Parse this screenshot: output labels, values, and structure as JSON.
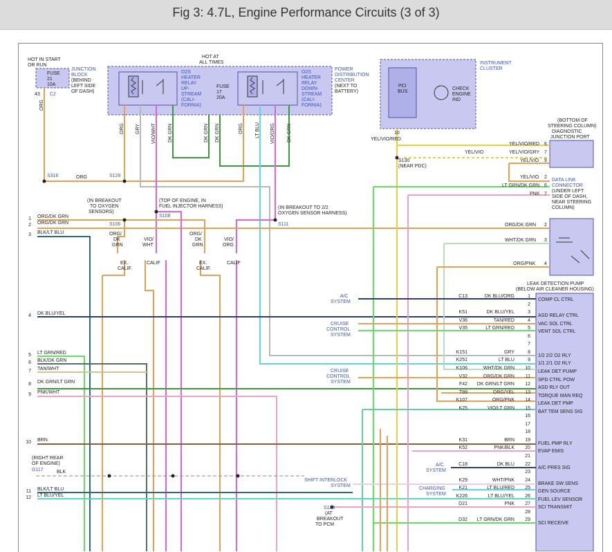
{
  "header": {
    "title": "Fig 3: 4.7L, Engine Performance Circuits (3 of 3)"
  },
  "colors": {
    "header_bg": "#dcdcdc",
    "component_fill": "#c8c8f0",
    "component_stroke": "#5050a0",
    "blue_label": "#3a52c8",
    "org": "#e8a050",
    "gry": "#b8b8b8",
    "vio_wht": "#e060e0",
    "dk_grn": "#3a9a3a",
    "lt_grn": "#60e060",
    "lt_blu": "#58d8e8",
    "dk_blu": "#2a3a7a",
    "yel": "#e8d040",
    "pnk": "#f0a0c0",
    "blk": "#333333"
  },
  "top_left": {
    "hot_label": [
      "HOT IN START",
      "OR RUN"
    ],
    "fuse": [
      "FUSE",
      "21",
      "10A"
    ],
    "junction_block": [
      "JUNCTION",
      "BLOCK"
    ],
    "behind": [
      "(BEHIND",
      "LEFT SIDE",
      "OF DASH)"
    ],
    "pin": "43",
    "connector": "C2",
    "wire": "ORG"
  },
  "pdc": {
    "hot_label": [
      "HOT AT",
      "ALL TIMES"
    ],
    "fuse": [
      "FUSE",
      "17",
      "20A"
    ],
    "upstream_relay": [
      "O2S",
      "HEATER",
      "RELAY",
      "UP-",
      "STREAM",
      "(CALI-",
      "FORNIA)"
    ],
    "downstream_relay": [
      "O2S",
      "HEATER",
      "RELAY",
      "DOWN-",
      "STREAM",
      "(CALI-",
      "FORNIA)"
    ],
    "label": [
      "POWER",
      "DISTRIBUTION",
      "CENTER",
      "(NEXT TO",
      "BATTERY)"
    ],
    "wires": [
      "ORG",
      "GRY",
      "VIO/WHT",
      "DK GRN",
      "DK GRN",
      "DK GRN",
      "ORG",
      "LT BLU",
      "VIO/ORG",
      "DK GRN"
    ]
  },
  "cluster": {
    "label": [
      "INSTRUMENT",
      "CLUSTER"
    ],
    "pci": [
      "PCI",
      "BUS"
    ],
    "check_engine": [
      "CHECK",
      "ENGINE",
      "IND"
    ],
    "pin": "10",
    "wire": "YEL/VIO/RED"
  },
  "diag_port": {
    "label": [
      "(BOTTOM OF",
      "STEERING COLUMN)",
      "DIAGNOSTIC",
      "JUNCTION PORT"
    ],
    "rows": [
      {
        "wire": "YEL/VIO/RED",
        "pin": "6"
      },
      {
        "wire": "YEL/VIO/GRY",
        "pin": "7"
      },
      {
        "wire": "YEL/VIO",
        "pin": "9"
      }
    ],
    "yel_vio_mid": "YEL/VIO",
    "s130": [
      "S130",
      "(NEAR PDC)"
    ]
  },
  "dlc": {
    "label": [
      "DATA LINK",
      "CONNECTOR",
      "(UNDER LEFT",
      "SIDE OF DASH,",
      "NEAR STEERING",
      "COLUMN)"
    ],
    "rows": [
      {
        "wire": "YEL/VIO",
        "pin": "2"
      },
      {
        "wire": "LT GRN/DK GRN",
        "pin": "6"
      },
      {
        "wire": "PNK",
        "pin": "7"
      }
    ]
  },
  "splices": {
    "s316": "S316",
    "org": "ORG",
    "s129": "S129",
    "s106": "S106",
    "s108": "S108",
    "s111": "S111",
    "breakout1": [
      "(IN BREAKOUT",
      "TO OXYGEN",
      "SENSORS)"
    ],
    "breakout2": [
      "(TOP OF ENGINE, IN",
      "FUEL INJECTOR HARNESS)"
    ],
    "breakout3": [
      "(IN BREAKOUT TO 2/2",
      "OXYGEN SENSOR HARNESS)"
    ]
  },
  "left_rows": [
    {
      "num": "1",
      "wire": "ORG/DK GRN"
    },
    {
      "num": "2",
      "wire": "ORG/DK GRN"
    },
    {
      "num": "3",
      "wire": "BLK/LT BLU"
    },
    {
      "num": "4",
      "wire": "DK BLU/YEL"
    },
    {
      "num": "5",
      "wire": "LT GRN/RED"
    },
    {
      "num": "6",
      "wire": "BLK/DK GRN"
    },
    {
      "num": "7",
      "wire": "TAN/WHT"
    },
    {
      "num": "8",
      "wire": "DK GRN/LT GRN"
    },
    {
      "num": "9",
      "wire": "PNK/WHT"
    },
    {
      "num": "10",
      "wire": "BRN"
    },
    {
      "num": "11",
      "wire": "BLK/LT BLU"
    },
    {
      "num": "12",
      "wire": "LT BLU/YEL"
    }
  ],
  "calif_group_1": {
    "wires": [
      "ORG/",
      "DK",
      "GRN"
    ],
    "wires2": [
      "VIO/",
      "WHT"
    ],
    "ex": [
      "EX.",
      "CALIF."
    ],
    "calif": "CALIF"
  },
  "calif_group_2": {
    "wires": [
      "ORG/",
      "DK",
      "GRN"
    ],
    "wires2": [
      "VIO/",
      "ORG"
    ],
    "ex": [
      "EX.",
      "CALIF."
    ],
    "calif": "CALIF"
  },
  "ldp": {
    "label": [
      "LEAK DETECTION PUMP",
      "(BELOW AIR CLEANER HOUSING)"
    ],
    "rows": [
      {
        "wire": "ORG/DK GRN",
        "pin": "2"
      },
      {
        "wire": "WHT/DK GRN",
        "pin": "3"
      },
      {
        "wire": "ORG/PNK",
        "pin": "4"
      }
    ]
  },
  "ground": {
    "label": [
      "(RIGHT REAR",
      "OF ENGINE)"
    ],
    "g117": "G117",
    "blk": "BLK"
  },
  "pcm_rows": [
    {
      "code": "C13",
      "wire": "DK BLU/ORG",
      "pin": "1",
      "fn": "COMP CL CTRL"
    },
    {
      "code": "",
      "wire": "",
      "pin": "2",
      "fn": ""
    },
    {
      "code": "K51",
      "wire": "DK BLU/YEL",
      "pin": "3",
      "fn": "ASD RELAY CTRL"
    },
    {
      "code": "V36",
      "wire": "TAN/RED",
      "pin": "4",
      "fn": "VAC SOL CTRL"
    },
    {
      "code": "V35",
      "wire": "LT GRN/RED",
      "pin": "5",
      "fn": "VENT SOL CTRL"
    },
    {
      "code": "",
      "wire": "",
      "pin": "6",
      "fn": ""
    },
    {
      "code": "",
      "wire": "",
      "pin": "7",
      "fn": ""
    },
    {
      "code": "K151",
      "wire": "GRY",
      "pin": "8",
      "fn": "1/2 2/2 O2 RLY"
    },
    {
      "code": "K251",
      "wire": "LT BLU",
      "pin": "9",
      "fn": "1/1 2/1 O2 RLY"
    },
    {
      "code": "K106",
      "wire": "WHT/DK GRN",
      "pin": "10",
      "fn": "LEAK DET PUMP"
    },
    {
      "code": "V32",
      "wire": "ORG/DK GRN",
      "pin": "11",
      "fn": "SPD CTRL POW"
    },
    {
      "code": "F42",
      "wire": "DK GRN/LT GRN",
      "pin": "12",
      "fn": "ASD RLY OUT"
    },
    {
      "code": "T99",
      "wire": "ORG/YEL",
      "pin": "13",
      "fn": "TORQUE MAN REQ"
    },
    {
      "code": "K107",
      "wire": "ORG/PNK",
      "pin": "14",
      "fn": "LEAK DET PMP"
    },
    {
      "code": "K25",
      "wire": "VIO/LT GRN",
      "pin": "15",
      "fn": "BAT TEM SENS SIG"
    },
    {
      "code": "",
      "wire": "",
      "pin": "16",
      "fn": ""
    },
    {
      "code": "",
      "wire": "",
      "pin": "17",
      "fn": ""
    },
    {
      "code": "",
      "wire": "",
      "pin": "18",
      "fn": ""
    },
    {
      "code": "K31",
      "wire": "BRN",
      "pin": "19",
      "fn": "FUEL PMP RLY"
    },
    {
      "code": "K52",
      "wire": "PNK/BLK",
      "pin": "20",
      "fn": "EVAP EMIS"
    },
    {
      "code": "",
      "wire": "",
      "pin": "21",
      "fn": ""
    },
    {
      "code": "C18",
      "wire": "DK BLU",
      "pin": "22",
      "fn": "A/C PRES SIG"
    },
    {
      "code": "",
      "wire": "",
      "pin": "23",
      "fn": ""
    },
    {
      "code": "K29",
      "wire": "WHT/PNK",
      "pin": "24",
      "fn": "BRAKE SW SENS"
    },
    {
      "code": "K21",
      "wire": "LT BLU/RED",
      "pin": "25",
      "fn": "GEN SOURCE"
    },
    {
      "code": "K226",
      "wire": "LT BLU/YEL",
      "pin": "26",
      "fn": "FUEL LEV SENSOR"
    },
    {
      "code": "D21",
      "wire": "PNK",
      "pin": "27",
      "fn": "SCI TRANSMIT"
    },
    {
      "code": "",
      "wire": "",
      "pin": "28",
      "fn": ""
    },
    {
      "code": "D32",
      "wire": "LT GRN/DK GRN",
      "pin": "29",
      "fn": "SCI RECEIVE"
    }
  ],
  "systems": {
    "ac1": [
      "A/C",
      "SYSTEM"
    ],
    "cruise1": [
      "CRUISE",
      "CONTROL",
      "SYSTEM"
    ],
    "cruise2": [
      "CRUISE",
      "CONTROL",
      "SYSTEM"
    ],
    "ac2": [
      "A/C",
      "SYSTEM"
    ],
    "shift": [
      "SHIFT INTERLOCK",
      "SYSTEM"
    ],
    "charging": [
      "CHARGING",
      "SYSTEM"
    ],
    "s125": [
      "S125",
      "(AT",
      "BREAKOUT",
      "TO PCM"
    ]
  }
}
